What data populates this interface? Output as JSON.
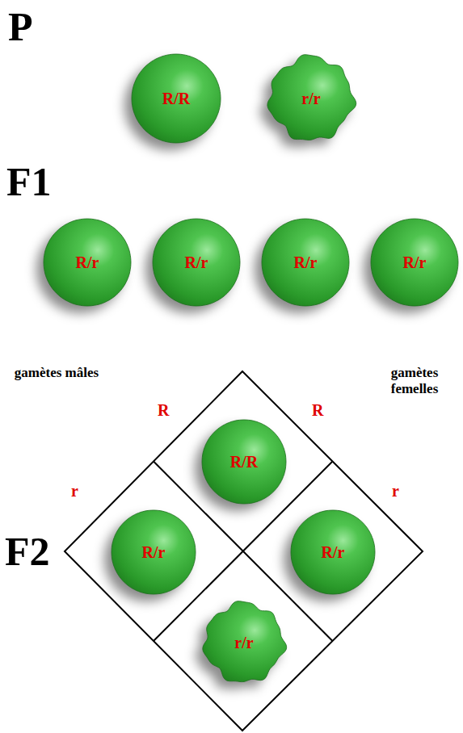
{
  "diagram": {
    "nodes": [
      {
        "text": [
          "R/R"
        ]
      },
      {
        "text": [
          "r/r"
        ]
      },
      {
        "text": [
          "R/r"
        ]
      },
      {
        "text": [
          "R/r"
        ]
      },
      {
        "text": [
          "R/r"
        ]
      },
      {
        "text": [
          "R/r"
        ]
      },
      {
        "text": [
          "R/R"
        ]
      },
      {
        "text": [
          "R/r"
        ]
      },
      {
        "text": [
          "R/r"
        ]
      },
      {
        "text": [
          "r/r"
        ]
      }
    ],
    "labels": [
      "P",
      "F1",
      "gamètes mâles",
      "R",
      "R",
      "gamètes femelles",
      "r",
      "r",
      "F2"
    ]
  }
}
